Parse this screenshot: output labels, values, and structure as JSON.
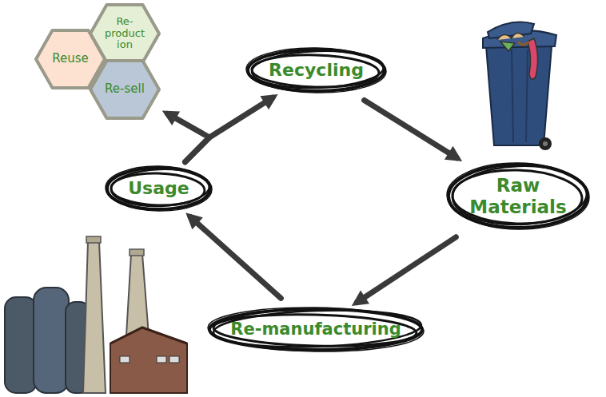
{
  "diagram": {
    "nodes": [
      {
        "text": [
          "Re- product ion"
        ]
      },
      {
        "text": [
          "Reuse"
        ]
      },
      {
        "text": [
          "Re-sell"
        ]
      },
      {
        "text": [
          "Recycling"
        ]
      },
      {
        "text": [
          "Usage"
        ]
      },
      {
        "text": [
          "Raw Materials"
        ]
      },
      {
        "text": [
          "Re-manufacturing"
        ]
      }
    ],
    "edges": [
      {
        "from": 3,
        "to": 5,
        "arrow": "to"
      },
      {
        "from": 5,
        "to": 6,
        "arrow": "to"
      },
      {
        "from": 6,
        "to": 4,
        "arrow": "to"
      },
      {
        "from": 4,
        "to": 2,
        "arrow": "to"
      },
      {
        "from": 4,
        "to": 3,
        "arrow": "to"
      }
    ]
  }
}
